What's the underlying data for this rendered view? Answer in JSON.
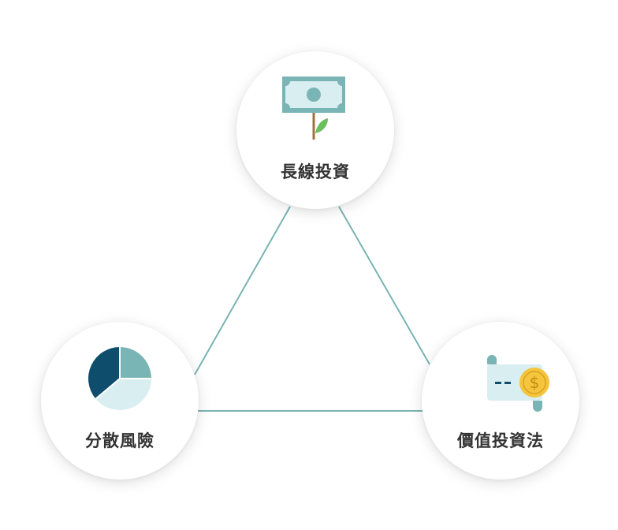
{
  "nodes": {
    "top": {
      "label": "長線投資",
      "icon": "money-plant-icon"
    },
    "left": {
      "label": "分散風險",
      "icon": "pie-chart-icon"
    },
    "right": {
      "label": "價值投資法",
      "icon": "dollar-scroll-icon"
    }
  },
  "colors": {
    "line": "#7ab3b4",
    "teal": "#7ab5b5",
    "pale_teal": "#d9eef0",
    "dark_navy": "#0e4d6b",
    "leaf_green": "#6bbf5c",
    "stem_brown": "#a0703c",
    "coin_gold": "#f4c53d",
    "label_text": "#333333"
  }
}
